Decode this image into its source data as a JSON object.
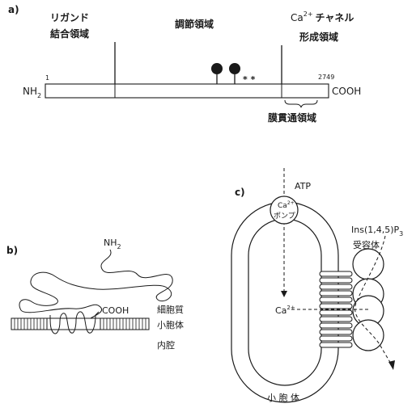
{
  "panel_a": {
    "label": "a)",
    "ligand_domain": [
      "リガンド",
      "結合領域"
    ],
    "regulatory_domain": "調節領域",
    "channel_domain_prefix": "Ca",
    "channel_domain_sup": "2+",
    "channel_domain_suffix": "チャネル",
    "channel_domain_line2": "形成領域",
    "n_terminus": "NH",
    "n_terminus_sub": "2",
    "c_terminus": "COOH",
    "residue_start": "1",
    "residue_end": "2749",
    "phospho_mark": "* *",
    "membrane_domain": "膜貫通領域"
  },
  "panel_b": {
    "label": "b)",
    "n_terminus": "NH",
    "n_terminus_sub": "2",
    "c_terminus": "COOH",
    "cytoplasm": "細胞質",
    "er": "小胞体",
    "lumen": "内腔"
  },
  "panel_c": {
    "label": "c)",
    "atp": "ATP",
    "pump_ion": "Ca",
    "pump_ion_sup": "2+",
    "pump_name": "ポンプ",
    "receptor_name": "Ins(1,4,5)P",
    "receptor_sub": "3",
    "receptor_line2": "受容体",
    "ca_label": "Ca",
    "ca_sup": "2+",
    "er_label": "小 胞 体"
  }
}
